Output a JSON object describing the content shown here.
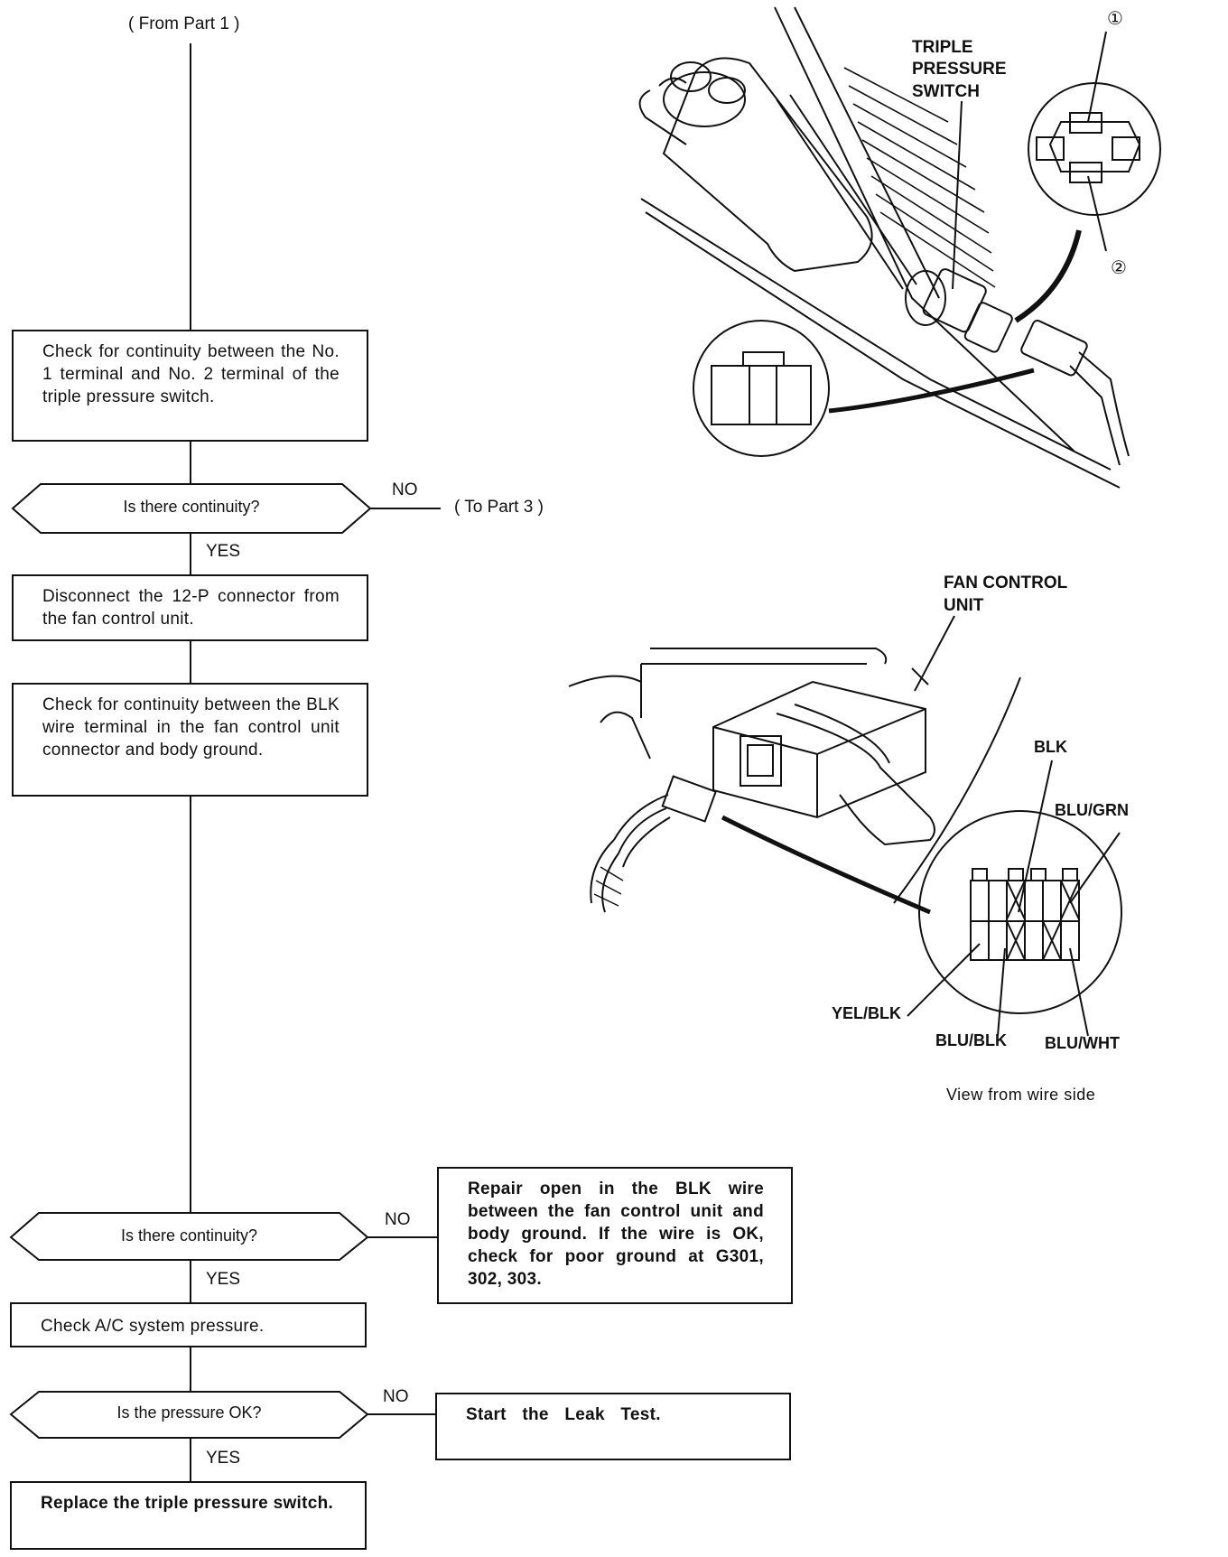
{
  "flow": {
    "from_label": "( From Part 1 )",
    "to_label": "( To Part 3 )",
    "steps": {
      "check_switch": "Check for continuity between the No. 1 terminal and No. 2 terminal of the triple pressure switch.",
      "q1": "Is there continuity?",
      "disconnect": "Disconnect the 12-P connector from the fan control unit.",
      "check_blk": "Check for continuity between the BLK wire terminal in the fan control unit connector and body ground.",
      "q2": "Is there continuity?",
      "repair": "Repair open in the BLK wire between the fan control unit and body ground. If the wire is OK, check for poor ground at G301, 302, 303.",
      "check_pressure": "Check A/C system pressure.",
      "q3": "Is the pressure OK?",
      "leak": "Start the Leak Test.",
      "replace": "Replace the triple pressure switch."
    },
    "no": "NO",
    "yes": "YES"
  },
  "illustration_top": {
    "title_line1": "TRIPLE",
    "title_line2": "PRESSURE",
    "title_line3": "SWITCH",
    "callout1": "①",
    "callout2": "②"
  },
  "illustration_bottom": {
    "title_line1": "FAN CONTROL",
    "title_line2": "UNIT",
    "wire_blk": "BLK",
    "wire_blu_grn": "BLU/GRN",
    "wire_yel_blk": "YEL/BLK",
    "wire_blu_blk": "BLU/BLK",
    "wire_blu_wht": "BLU/WHT",
    "caption": "View from wire side"
  }
}
